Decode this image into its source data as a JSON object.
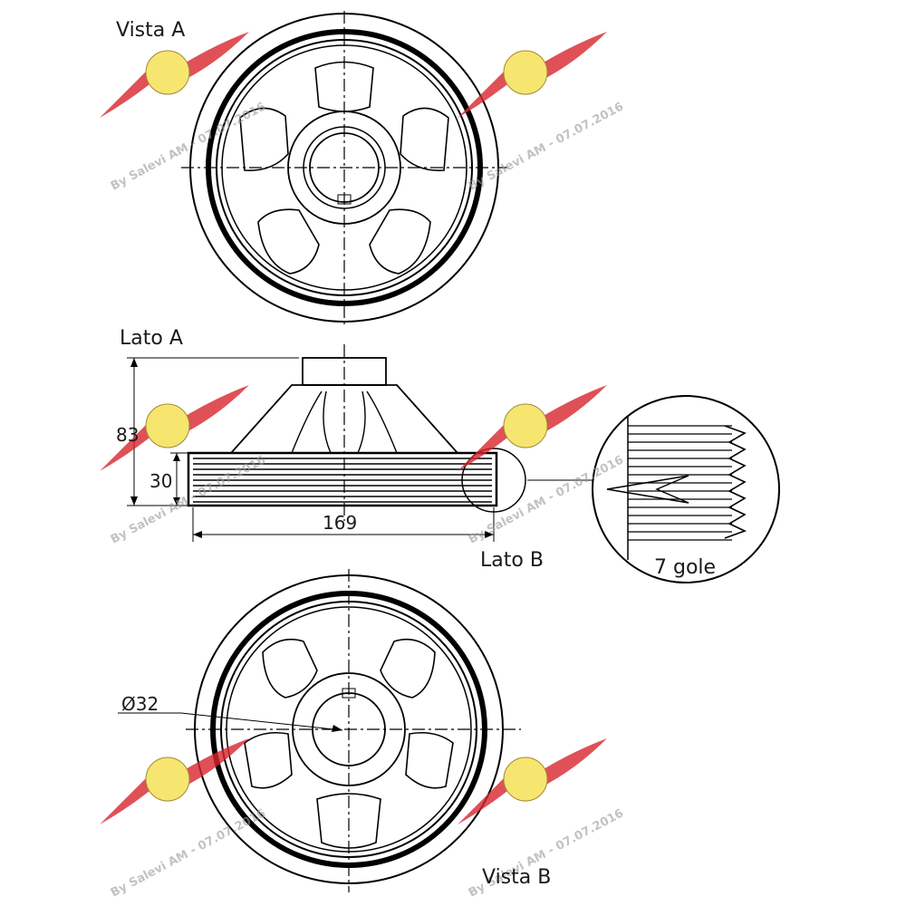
{
  "labels": {
    "view_a": "Vista A",
    "side_a": "Lato A",
    "side_b": "Lato B",
    "view_b": "Vista B",
    "grooves": "7 gole"
  },
  "dimensions": {
    "height": "83",
    "belt_width": "30",
    "diameter": "169",
    "bore": "Ø32"
  },
  "watermark": {
    "text": "By Salevi AM - 07.07.2016",
    "brand_color": "#d8262e",
    "badge_color": "#f4e04d"
  }
}
